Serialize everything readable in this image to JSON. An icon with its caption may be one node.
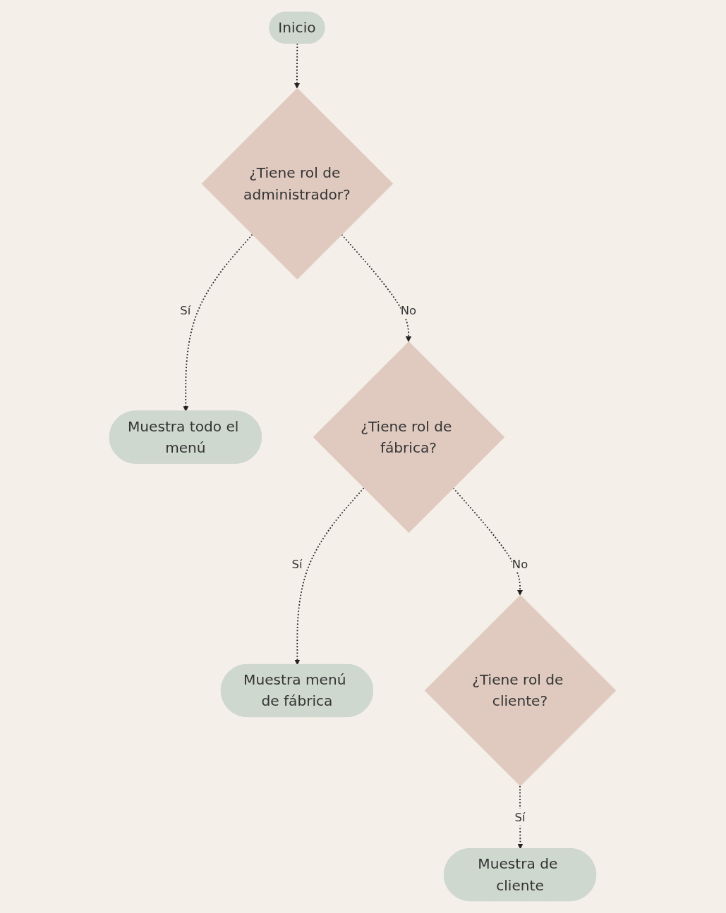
{
  "diagram": {
    "nodes": [
      {
        "text": [
          "Inicio"
        ]
      },
      {
        "text": [
          "¿Tiene rol de administrador?"
        ]
      },
      {
        "text": [
          "Muestra todo el menú"
        ]
      },
      {
        "text": [
          "¿Tiene rol de fábrica?"
        ]
      },
      {
        "text": [
          "Muestra menú de fábrica"
        ]
      },
      {
        "text": [
          "¿Tiene rol de cliente?"
        ]
      },
      {
        "text": [
          "Muestra de cliente"
        ]
      }
    ],
    "edges": [
      {
        "from": 0,
        "to": 1,
        "arrow": "to",
        "style": "dashed"
      },
      {
        "from": 1,
        "to": 2,
        "arrow": "to",
        "label": "Sí",
        "style": "dashed"
      },
      {
        "from": 1,
        "to": 3,
        "arrow": "to",
        "label": "No",
        "style": "dashed"
      },
      {
        "from": 3,
        "to": 4,
        "arrow": "to",
        "label": "Sí",
        "style": "dashed"
      },
      {
        "from": 3,
        "to": 5,
        "arrow": "to",
        "label": "No",
        "style": "dashed"
      },
      {
        "from": 5,
        "to": 6,
        "arrow": "to",
        "label": "Sí",
        "style": "dashed"
      }
    ]
  }
}
